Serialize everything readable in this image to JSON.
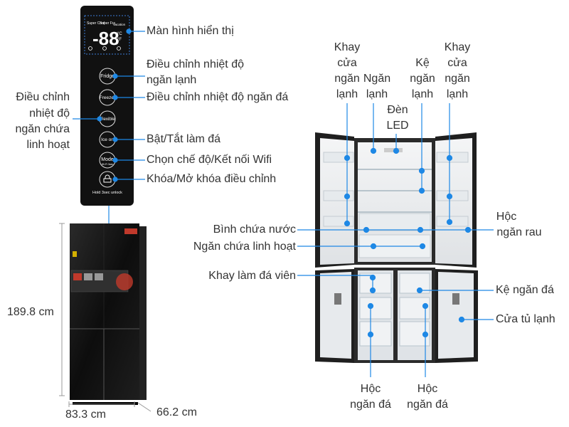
{
  "control_panel": {
    "indicators": [
      "Super Cool",
      "Super Frz",
      "Vacation"
    ],
    "temp_display": "-88",
    "units": [
      "°C",
      "°F"
    ],
    "buttons": [
      {
        "id": "fridge",
        "label": "Fridge"
      },
      {
        "id": "freezer",
        "label": "Freezer"
      },
      {
        "id": "flexible",
        "label": "Flexible"
      },
      {
        "id": "ice",
        "label": "Ice on"
      },
      {
        "id": "mode",
        "label": "Mode"
      },
      {
        "id": "lock",
        "label": ""
      }
    ],
    "mode_sub": "Wi-Fi 3sec",
    "lock_hint": "Hold 3sec unlock"
  },
  "panel_labels": {
    "display": "Màn hình hiển thị",
    "fridge_temp_1": "Điều chỉnh nhiệt độ",
    "fridge_temp_2": "ngăn lạnh",
    "freezer_temp": "Điều chỉnh nhiệt độ ngăn đá",
    "flex_1": "Điều chỉnh",
    "flex_2": "nhiệt độ",
    "flex_3": "ngăn chứa",
    "flex_4": "linh hoạt",
    "ice": "Bật/Tắt làm đá",
    "mode": "Chọn chế độ/Kết nối Wifi",
    "lock": "Khóa/Mở khóa điều chỉnh"
  },
  "dimensions": {
    "height": "189.8 cm",
    "width": "83.3 cm",
    "depth": "66.2 cm"
  },
  "interior_labels": {
    "door_tray_left": [
      "Khay",
      "cửa",
      "ngăn",
      "lạnh"
    ],
    "fridge_comp": [
      "Ngăn",
      "lạnh"
    ],
    "shelf": [
      "Kệ",
      "ngăn",
      "lạnh"
    ],
    "door_tray_right": [
      "Khay",
      "cửa",
      "ngăn",
      "lạnh"
    ],
    "led": [
      "Đèn",
      "LED"
    ],
    "water_tank": "Bình chứa nước",
    "flex_comp": "Ngăn chứa linh hoạt",
    "ice_tray": "Khay làm đá viên",
    "veg_box": [
      "Hộc",
      "ngăn rau"
    ],
    "freezer_shelf": "Kệ ngăn đá",
    "fridge_door": "Cửa tủ lạnh",
    "freezer_box_left": [
      "Hộc",
      "ngăn đá"
    ],
    "freezer_box_right": [
      "Hộc",
      "ngăn đá"
    ]
  },
  "colors": {
    "accent": "#1e88e5",
    "panel_bg": "#111111",
    "fridge_glass": "#1a1a1a"
  }
}
